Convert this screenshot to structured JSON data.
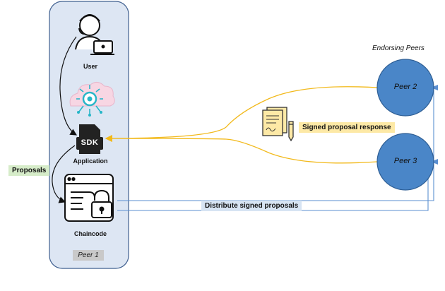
{
  "diagram": {
    "left_peer_box": {
      "name": "Peer 1"
    },
    "labels": {
      "user": "User",
      "sdk": "SDK",
      "application": "Application",
      "chaincode": "Chaincode",
      "endorsing_peers": "Endorsing Peers",
      "peer2": "Peer 2",
      "peer3": "Peer 3",
      "proposals": "Proposals",
      "signed_response": "Signed proposal response",
      "distribute": "Distribute signed proposals"
    },
    "colors": {
      "peer_box_fill": "#dde6f3",
      "peer_box_stroke": "#3f5f8f",
      "peer_circle": "#4a86c8",
      "peer_circle_stroke": "#2f5f95",
      "response_line": "#f2b91a",
      "distribute_line": "#5b8fd0",
      "proposals_tag": "#d6ecc9",
      "response_tag": "#fde9a6",
      "distribute_tag": "#d7e4f3",
      "peer1_tag": "#c9c9c9"
    }
  }
}
